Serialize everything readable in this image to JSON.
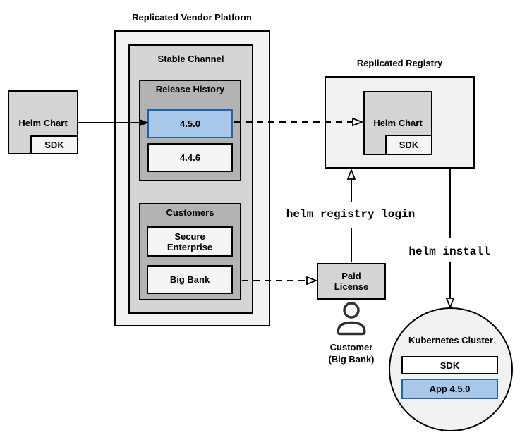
{
  "colors": {
    "canvas_bg": "#ffffff",
    "container_fill": "#f2f2f2",
    "panel_fill": "#d5d5d5",
    "group_fill": "#b3b3b3",
    "item_fill": "#f5f5f5",
    "white_fill": "#ffffff",
    "highlight_fill": "#a9c7e9",
    "highlight_border": "#2264a5",
    "highlight_text": "#17599c",
    "line_color": "#000000"
  },
  "platform": {
    "title": "Replicated Vendor Platform",
    "stable_channel": {
      "label": "Stable Channel",
      "release_history": {
        "label": "Release History",
        "releases": [
          {
            "version": "4.5.0"
          },
          {
            "version": "4.4.6"
          }
        ]
      },
      "customers": {
        "label": "Customers",
        "items": [
          {
            "name": "Secure Enterprise"
          },
          {
            "name": "Big Bank"
          }
        ]
      }
    }
  },
  "vendor_chart": {
    "label": "Helm Chart",
    "sdk": "SDK"
  },
  "registry": {
    "title": "Replicated Registry",
    "chart_label": "Helm Chart",
    "sdk": "SDK"
  },
  "commands": {
    "registry_login": "helm registry login",
    "install": "helm install"
  },
  "license": {
    "label": "Paid License"
  },
  "customer": {
    "line1": "Customer",
    "line2": "(Big Bank)"
  },
  "cluster": {
    "label": "Kubernetes Cluster",
    "sdk": "SDK",
    "app": "App 4.5.0"
  }
}
